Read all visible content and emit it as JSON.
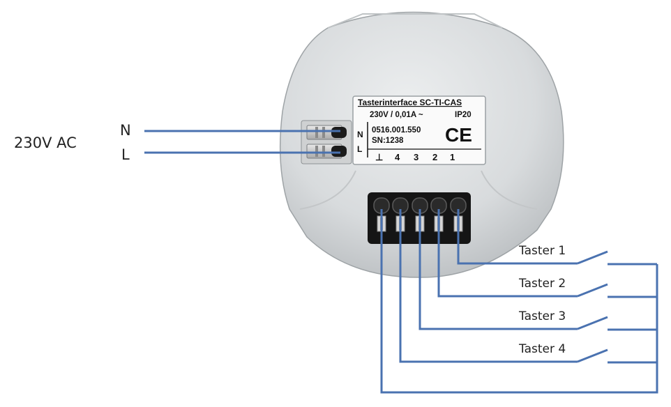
{
  "supply": {
    "voltage_label": "230V AC",
    "neutral": "N",
    "line": "L"
  },
  "device": {
    "title": "Tasterinterface SC-TI-CAS",
    "rating": "230V / 0,01A ~",
    "ip_rating": "IP20",
    "part_number": "0516.001.550",
    "serial": "SN:1238",
    "ce_mark": "CE",
    "terminal_n": "N",
    "terminal_l": "L",
    "terminal_labels": [
      "⊥",
      "4",
      "3",
      "2",
      "1"
    ]
  },
  "switches": [
    {
      "label": "Taster 1"
    },
    {
      "label": "Taster 2"
    },
    {
      "label": "Taster 3"
    },
    {
      "label": "Taster 4"
    }
  ],
  "colors": {
    "wire": "#4a72b0",
    "housing": "#d9dcde",
    "terminal_block": "#151515"
  }
}
